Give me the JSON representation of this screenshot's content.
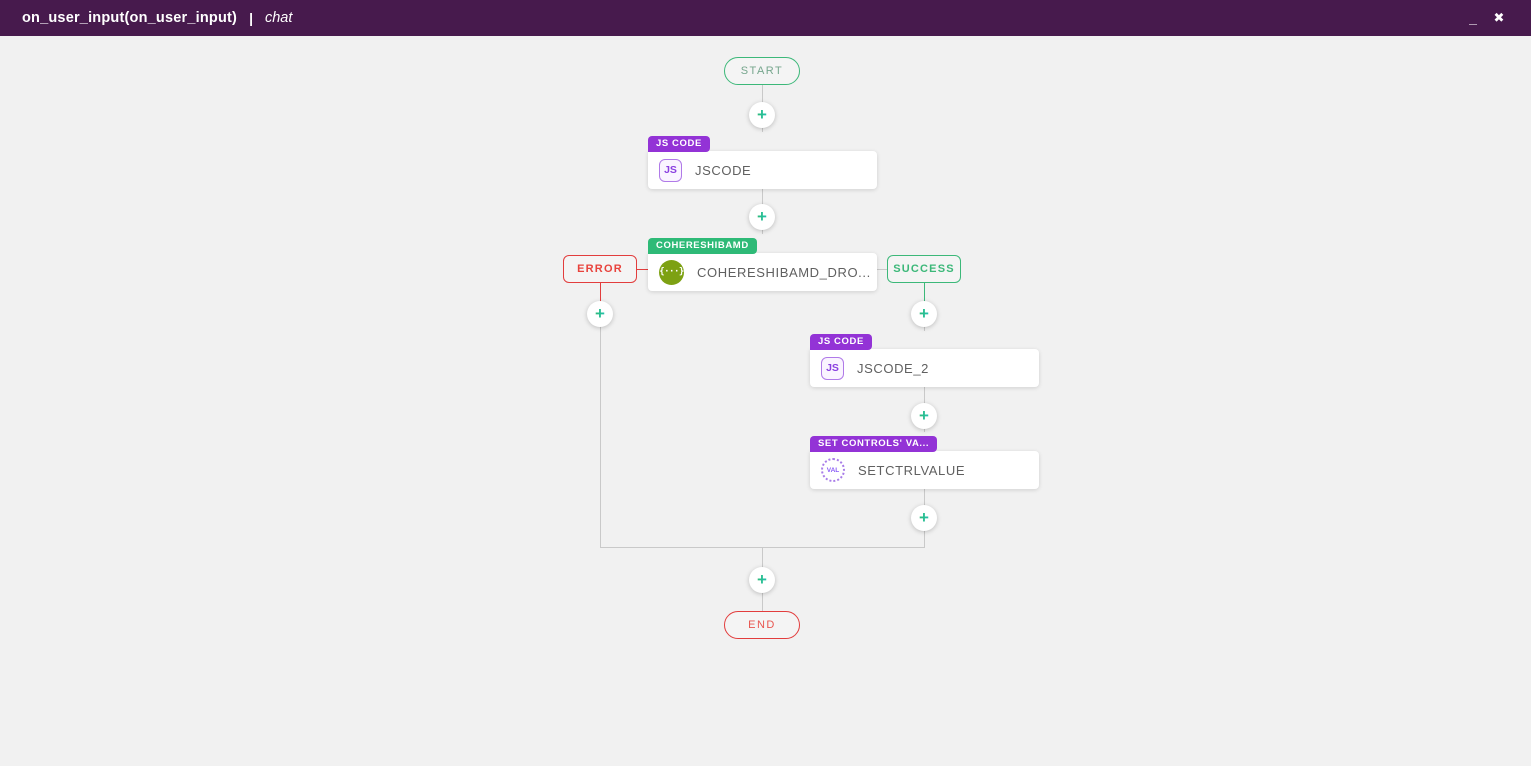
{
  "window": {
    "title": "on_user_input(on_user_input)",
    "separator": "|",
    "subtitle": "chat",
    "minimize_glyph": "_",
    "close_glyph": "✖"
  },
  "flow": {
    "start_label": "START",
    "end_label": "END",
    "plus_label": "+",
    "branches": {
      "error": "ERROR",
      "success": "SUCCESS"
    },
    "nodes": [
      {
        "badge": "JS CODE",
        "title": "JSCODE",
        "icon": "js-icon",
        "icon_text": "JS"
      },
      {
        "badge": "COHERESHIBAMD",
        "title": "COHERESHIBAMD_DRO...",
        "icon": "braces-icon",
        "icon_text": "{···}"
      },
      {
        "badge": "JS CODE",
        "title": "JSCODE_2",
        "icon": "js-icon",
        "icon_text": "JS"
      },
      {
        "badge": "SET CONTROLS' VA...",
        "title": "SETCTRLVALUE",
        "icon": "val-seal-icon",
        "icon_text": "VAL"
      }
    ]
  },
  "colors": {
    "header_bg": "#471a4d",
    "accent_purple": "#9333d6",
    "accent_green": "#2eba77",
    "error_red": "#e23d3d",
    "success_green": "#3cb879",
    "connector_gray": "#c9c9c9",
    "cohere_icon_olive": "#7da113",
    "canvas_bg": "#f1f1f1"
  }
}
